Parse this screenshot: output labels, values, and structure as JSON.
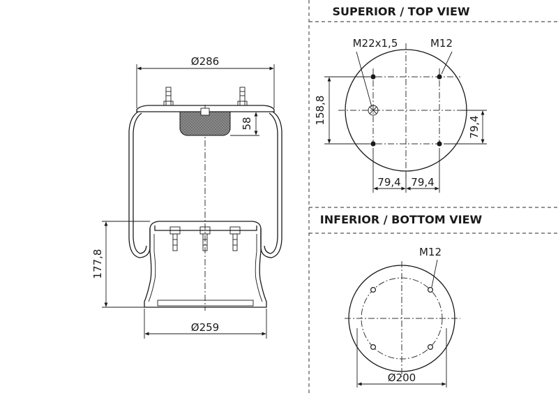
{
  "titles": {
    "top_view": "SUPERIOR / TOP VIEW",
    "bottom_view": "INFERIOR / BOTTOM VIEW"
  },
  "side_view": {
    "top_plate_diameter": "Ø286",
    "top_offset": "58",
    "height": "177,8",
    "piston_diameter": "Ø259"
  },
  "top_view": {
    "thread_label": "M22x1,5",
    "bolt_label": "M12",
    "vertical_spacing": "158,8",
    "right_offset": "79,4",
    "left_spacing": "79,4",
    "right_spacing": "79,4"
  },
  "bottom_view": {
    "bolt_label": "M12",
    "diameter": "Ø200"
  }
}
